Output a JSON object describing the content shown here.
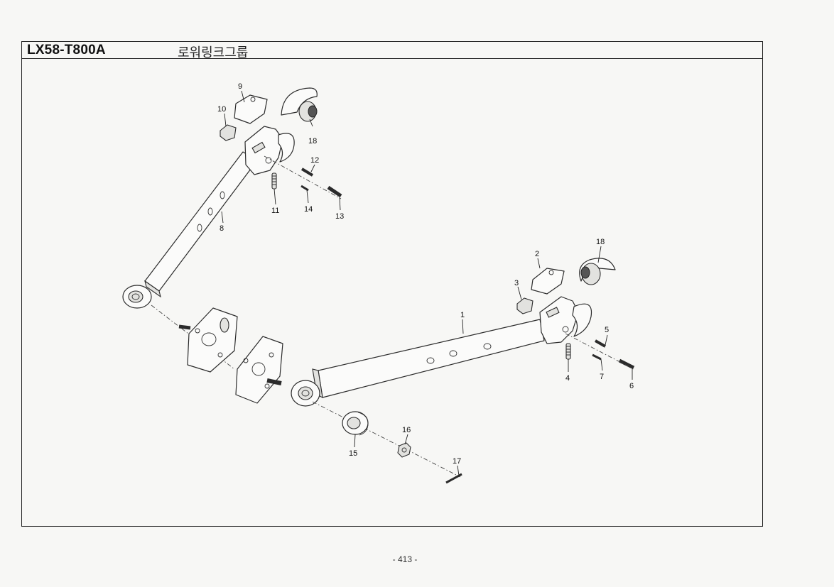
{
  "header": {
    "model": "LX58-T800A",
    "group_title": "로워링크그룹"
  },
  "footer": {
    "page_number": "- 413 -"
  },
  "callouts": {
    "c1": "1",
    "c2": "2",
    "c3": "3",
    "c4": "4",
    "c5": "5",
    "c6": "6",
    "c7": "7",
    "c8": "8",
    "c9": "9",
    "c10": "10",
    "c11": "11",
    "c12": "12",
    "c13": "13",
    "c14": "14",
    "c15": "15",
    "c16": "16",
    "c17": "17",
    "c18a": "18",
    "c18b": "18"
  }
}
